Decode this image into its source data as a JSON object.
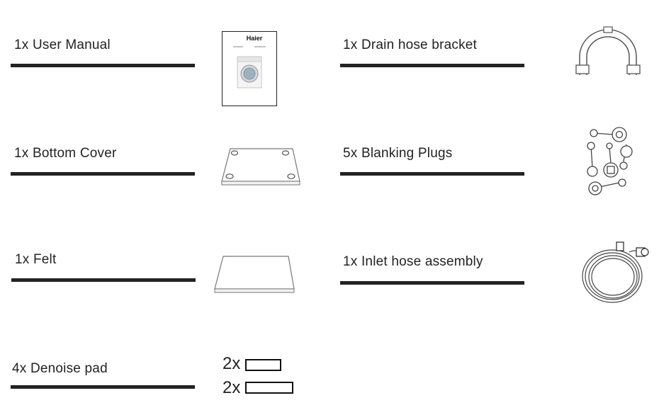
{
  "items": [
    {
      "label": "1x User Manual"
    },
    {
      "label": "1x Drain hose bracket"
    },
    {
      "label": "1x Bottom Cover"
    },
    {
      "label": "5x Blanking Plugs"
    },
    {
      "label": "1x Felt"
    },
    {
      "label": "1x Inlet hose assembly"
    },
    {
      "label": "4x Denoise pad"
    }
  ],
  "manual": {
    "brand": "Haier"
  },
  "denoise_pads": [
    {
      "qty": "2x"
    },
    {
      "qty": "2x"
    }
  ],
  "colors": {
    "rule": "#232323",
    "line_art": "#666666"
  }
}
